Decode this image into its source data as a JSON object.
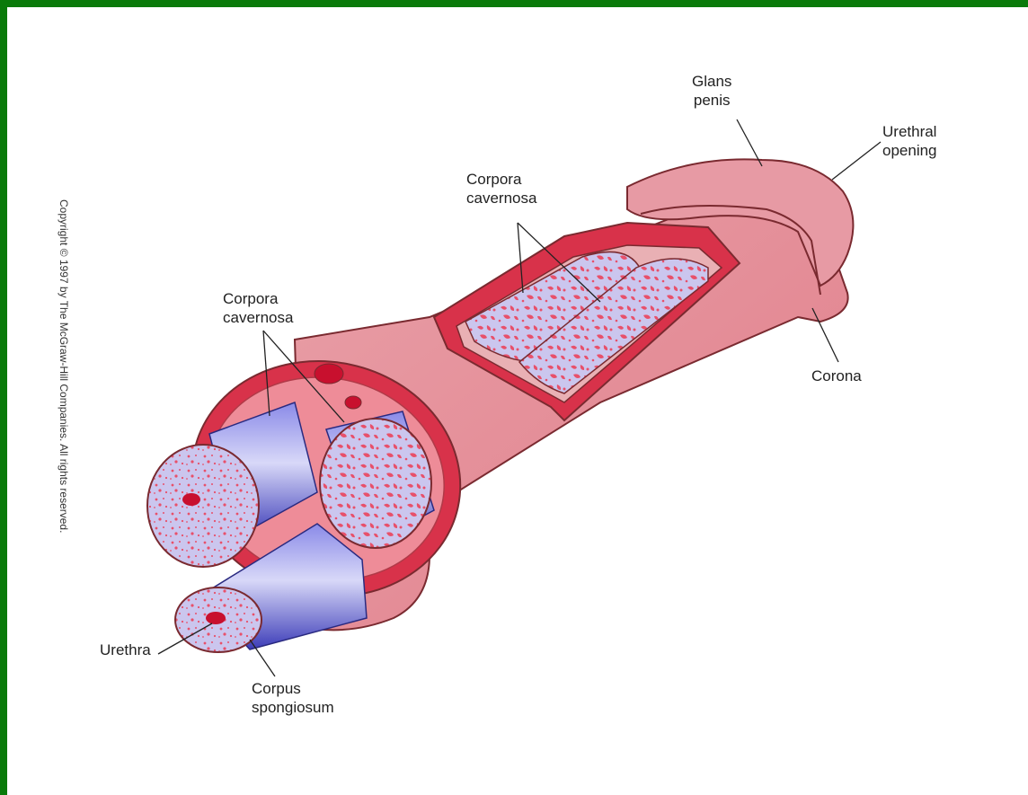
{
  "labels": {
    "glans_penis": [
      "Glans",
      "penis"
    ],
    "urethral_opening": [
      "Urethral",
      "opening"
    ],
    "corpora_cavernosa_top": [
      "Corpora",
      "cavernosa"
    ],
    "corpora_cavernosa_left": [
      "Corpora",
      "cavernosa"
    ],
    "corona": "Corona",
    "urethra": "Urethra",
    "corpus_spongiosum": [
      "Corpus",
      "spongiosum"
    ]
  },
  "copyright": "Copyright © 1997 by The McGraw-Hill Companies. All rights reserved.",
  "colors": {
    "frame": "#0a7a0a",
    "skin": "#e8909a",
    "skin_dark": "#c85a66",
    "tissue_red": "#d8324a",
    "erectile": "#c9c4ea",
    "sinus": "#e8506a",
    "tube_blue": "#5a5ad0",
    "outline": "#7a2a30"
  }
}
